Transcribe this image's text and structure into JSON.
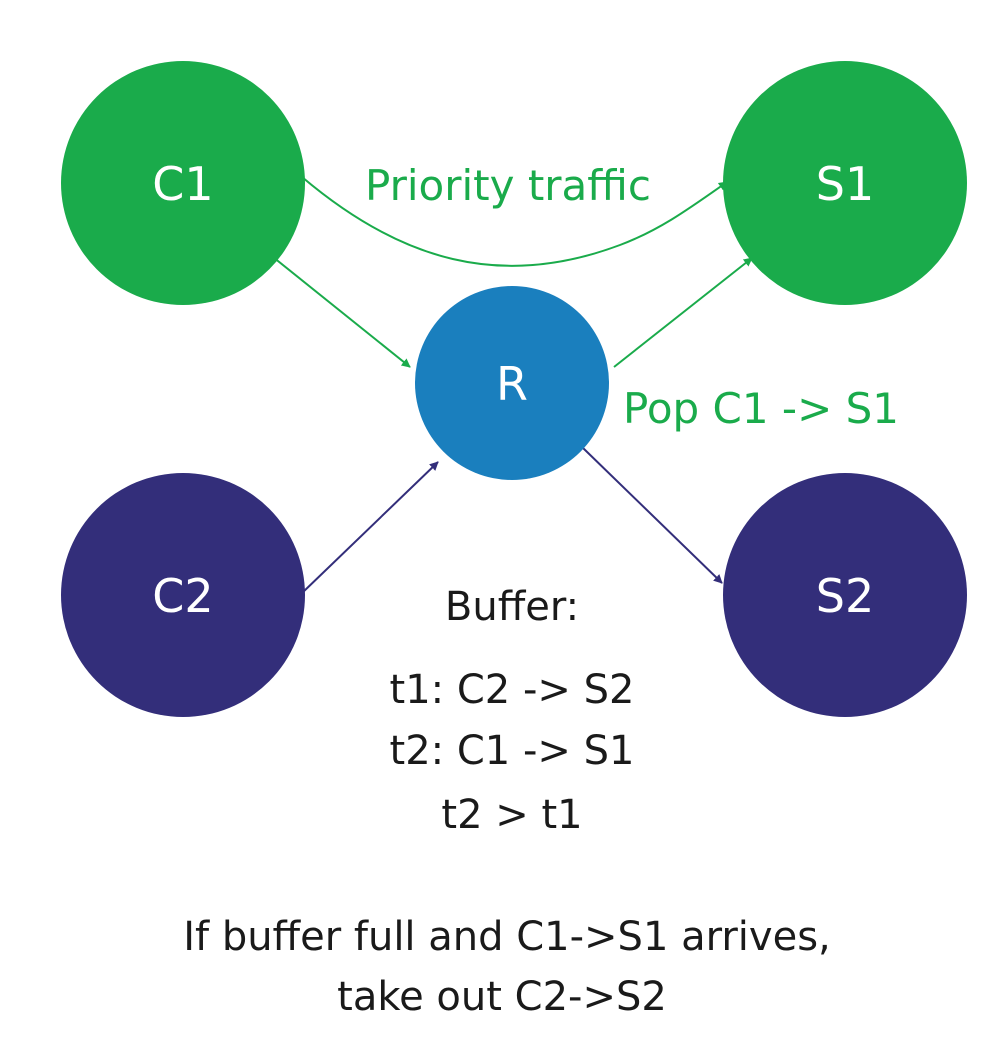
{
  "colors": {
    "client_server_priority": "#1aab4b",
    "router": "#1a7fbe",
    "normal": "#332e7a",
    "priority_edge": "#1aab4b",
    "normal_edge": "#332e7a",
    "text": "#1a1a1a"
  },
  "nodes": {
    "c1": "C1",
    "s1": "S1",
    "r": "R",
    "c2": "C2",
    "s2": "S2"
  },
  "edges": {
    "priority_traffic": "Priority traffic",
    "pop": "Pop C1 -> S1"
  },
  "buffer": {
    "title": "Buffer:",
    "line1": "t1: C2 -> S2",
    "line2": "t2: C1 -> S1",
    "line3": "t2 > t1"
  },
  "note": {
    "line1": "If buffer full and C1->S1 arrives,",
    "line2": "take out C2->S2"
  }
}
